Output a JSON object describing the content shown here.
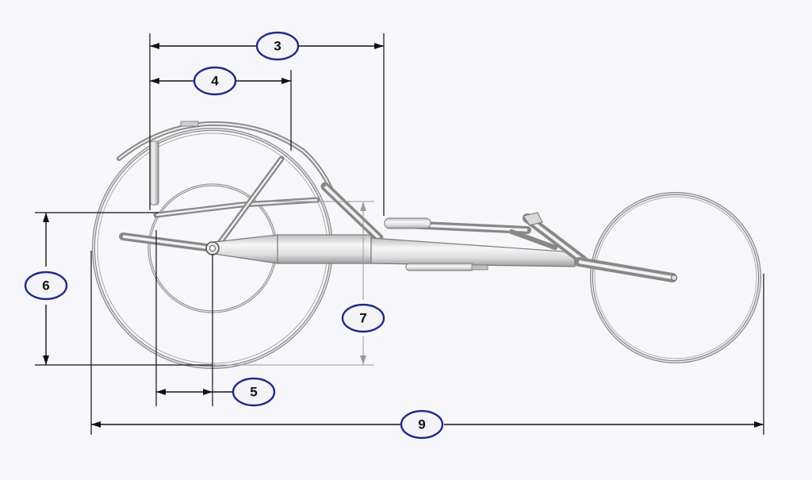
{
  "diagram": {
    "subject": "racing-wheelchair-side-view",
    "badge_color": "#1c2a8a",
    "dimensions": [
      {
        "id": "dim-3",
        "label": "3"
      },
      {
        "id": "dim-4",
        "label": "4"
      },
      {
        "id": "dim-5",
        "label": "5"
      },
      {
        "id": "dim-6",
        "label": "6"
      },
      {
        "id": "dim-7",
        "label": "7"
      },
      {
        "id": "dim-9",
        "label": "9"
      }
    ]
  }
}
